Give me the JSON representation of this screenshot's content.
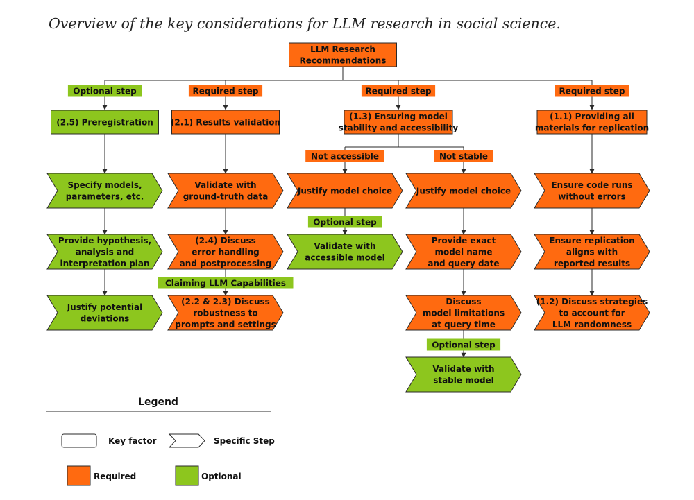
{
  "title": "Overview of the key considerations for LLM research in social science.",
  "colors": {
    "required": "#ff6a10",
    "optional": "#8dc61e",
    "line": "#2a2a2a",
    "white": "#ffffff"
  },
  "root": {
    "label": [
      "LLM Research",
      "Recommendations"
    ]
  },
  "columns": [
    {
      "badge": "Optional step",
      "badge_type": "optional",
      "factor": {
        "label": [
          "(2.5) Preregistration"
        ],
        "type": "optional"
      },
      "steps": [
        {
          "label": [
            "Specify models,",
            "parameters, etc."
          ],
          "type": "optional"
        },
        {
          "label": [
            "Provide hypothesis,",
            "analysis and",
            "interpretation plan"
          ],
          "type": "optional"
        },
        {
          "label": [
            "Justify potential",
            "deviations"
          ],
          "type": "optional"
        }
      ]
    },
    {
      "badge": "Required step",
      "badge_type": "required",
      "factor": {
        "label": [
          "(2.1) Results validation"
        ],
        "type": "required"
      },
      "steps": [
        {
          "label": [
            "Validate with",
            "ground-truth data"
          ],
          "type": "required"
        },
        {
          "label": [
            "(2.4) Discuss",
            "error handling",
            "and postprocessing"
          ],
          "type": "required"
        },
        {
          "label": [
            "(2.2 & 2.3) Discuss",
            "robustness to",
            "prompts and settings"
          ],
          "type": "required"
        }
      ],
      "mid_label": {
        "text": "Claiming LLM Capabilities",
        "type": "optional"
      }
    },
    {
      "badge": "Required step",
      "badge_type": "required",
      "factor": {
        "label": [
          "(1.3) Ensuring model",
          "stability and accessibility"
        ],
        "type": "required"
      },
      "branches": [
        {
          "badge": "Not accessible",
          "badge_type": "required",
          "steps": [
            {
              "label": [
                "Justify model choice"
              ],
              "type": "required"
            },
            {
              "label": [
                "Validate with",
                "accessible model"
              ],
              "type": "optional"
            }
          ],
          "mid_label": {
            "text": "Optional step",
            "type": "optional"
          }
        },
        {
          "badge": "Not stable",
          "badge_type": "required",
          "steps": [
            {
              "label": [
                "Justify model choice"
              ],
              "type": "required"
            },
            {
              "label": [
                "Provide exact",
                "model name",
                "and query date"
              ],
              "type": "required"
            },
            {
              "label": [
                "Discuss",
                "model limitations",
                "at query time"
              ],
              "type": "required"
            },
            {
              "label": [
                "Validate with",
                "stable model"
              ],
              "type": "optional"
            }
          ],
          "mid_label": {
            "text": "Optional step",
            "type": "optional"
          }
        }
      ]
    },
    {
      "badge": "Required step",
      "badge_type": "required",
      "factor": {
        "label": [
          "(1.1) Providing all",
          "materials for replication"
        ],
        "type": "required"
      },
      "steps": [
        {
          "label": [
            "Ensure code runs",
            "without errors"
          ],
          "type": "required"
        },
        {
          "label": [
            "Ensure replication",
            "aligns with",
            "reported results"
          ],
          "type": "required"
        },
        {
          "label": [
            "(1.2) Discuss strategies",
            "to account for",
            "LLM randomness"
          ],
          "type": "required"
        }
      ]
    }
  ],
  "legend": {
    "title": "Legend",
    "key_factor": "Key factor",
    "specific_step": "Specific Step",
    "required": "Required",
    "optional": "Optional"
  }
}
